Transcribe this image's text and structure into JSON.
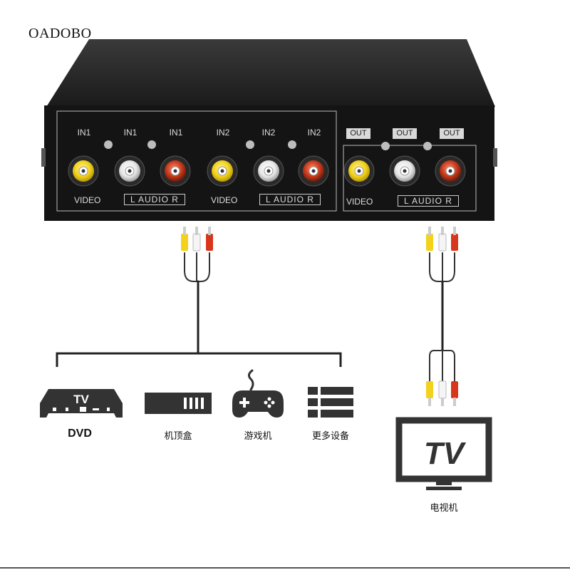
{
  "brand": "OADOBO",
  "panel": {
    "in_labels": [
      "IN1",
      "IN1",
      "IN1",
      "IN2",
      "IN2",
      "IN2"
    ],
    "out_labels": [
      "OUT",
      "OUT",
      "OUT"
    ],
    "video_label": "VIDEO",
    "audio_label": "L  AUDIO  R"
  },
  "devices": [
    {
      "label": "DVD",
      "icon": "dvd-icon"
    },
    {
      "label": "机顶盒",
      "icon": "set-top-box-icon"
    },
    {
      "label": "游戏机",
      "icon": "gamepad-icon"
    },
    {
      "label": "更多设备",
      "icon": "more-devices-icon"
    }
  ],
  "dvd_icon_text": "TV",
  "tv": {
    "screen_text": "TV",
    "label": "电视机",
    "icon": "tv-icon"
  },
  "colors": {
    "video": "#f2d21b",
    "audio_left": "#f2f2f2",
    "audio_right": "#c63a1c"
  }
}
